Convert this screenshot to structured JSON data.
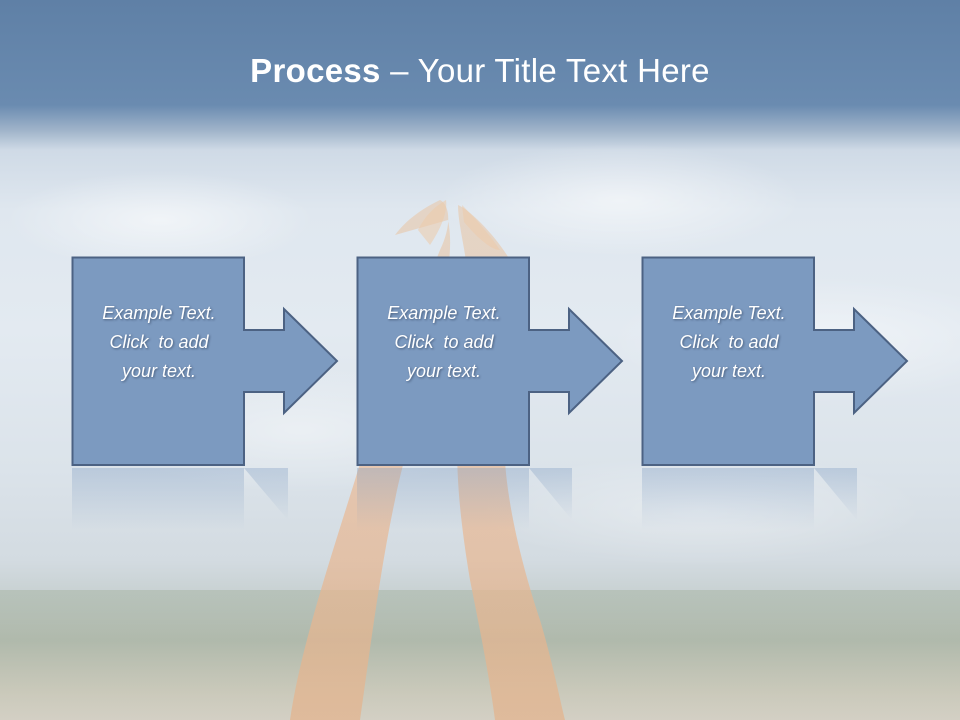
{
  "title": {
    "bold": "Process",
    "rest": " – Your Title Text Here"
  },
  "steps": [
    {
      "line1": "Example Text.",
      "line2": "Click  to add",
      "line3": "your text."
    },
    {
      "line1": "Example Text.",
      "line2": "Click  to add",
      "line3": "your text."
    },
    {
      "line1": "Example Text.",
      "line2": "Click  to add",
      "line3": "your text."
    }
  ],
  "colors": {
    "box_fill": "#7c9ac0",
    "box_stroke": "#4c6283",
    "header": "#5f80a6",
    "text": "#ffffff"
  }
}
